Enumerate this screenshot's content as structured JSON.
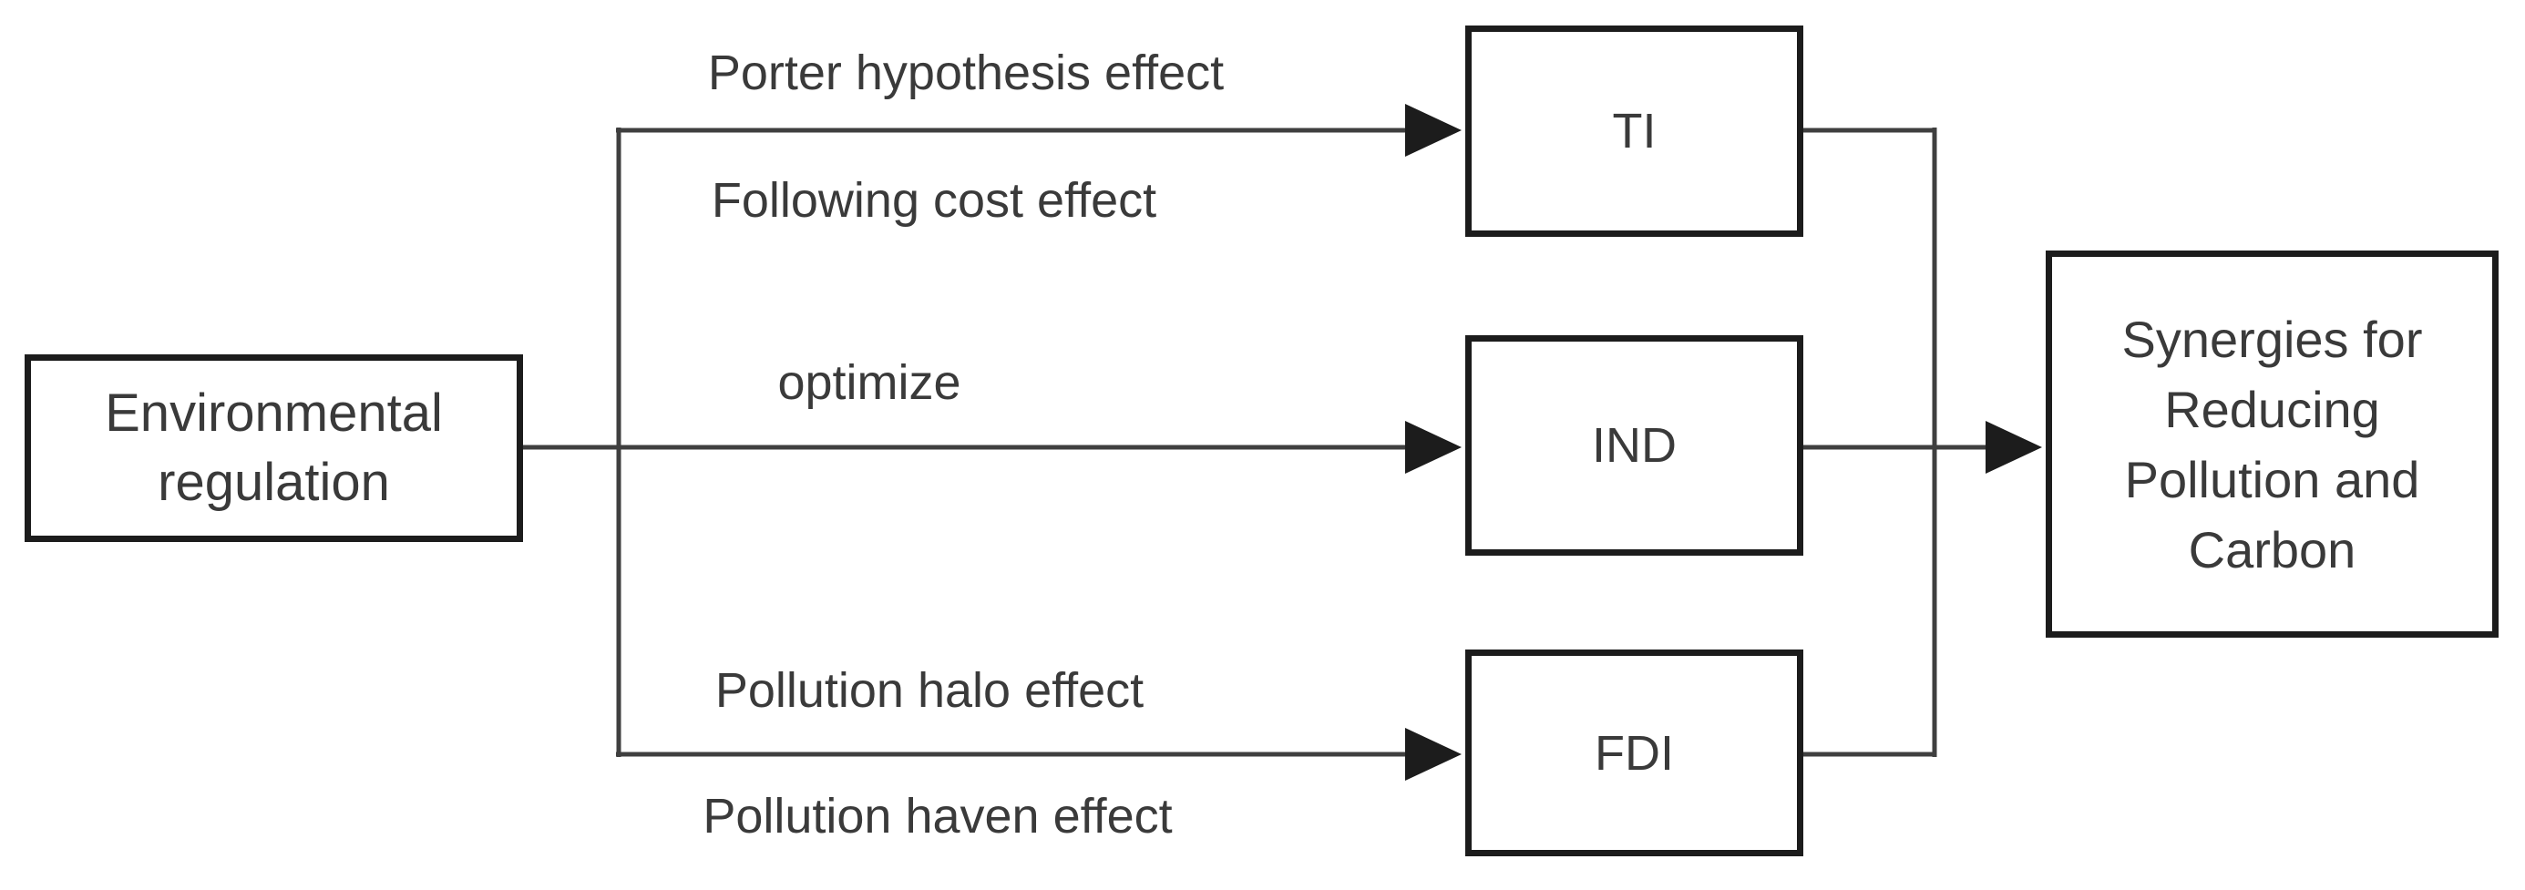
{
  "diagram": {
    "background_color": "#ffffff",
    "line_color": "#3f3f3f",
    "border_color": "#1c1c1c",
    "text_color": "#3a3a3a",
    "nodes": {
      "environmental_regulation": {
        "lines": [
          "Environmental",
          "regulation"
        ]
      },
      "ti": {
        "label": "TI"
      },
      "ind": {
        "label": "IND"
      },
      "fdi": {
        "label": "FDI"
      },
      "synergies": {
        "lines": [
          "Synergies for",
          "Reducing",
          "Pollution and",
          "Carbon"
        ]
      }
    },
    "edge_labels": {
      "porter": "Porter hypothesis effect",
      "following": "Following cost effect",
      "optimize": "optimize",
      "halo": "Pollution halo effect",
      "haven": "Pollution haven effect"
    }
  }
}
